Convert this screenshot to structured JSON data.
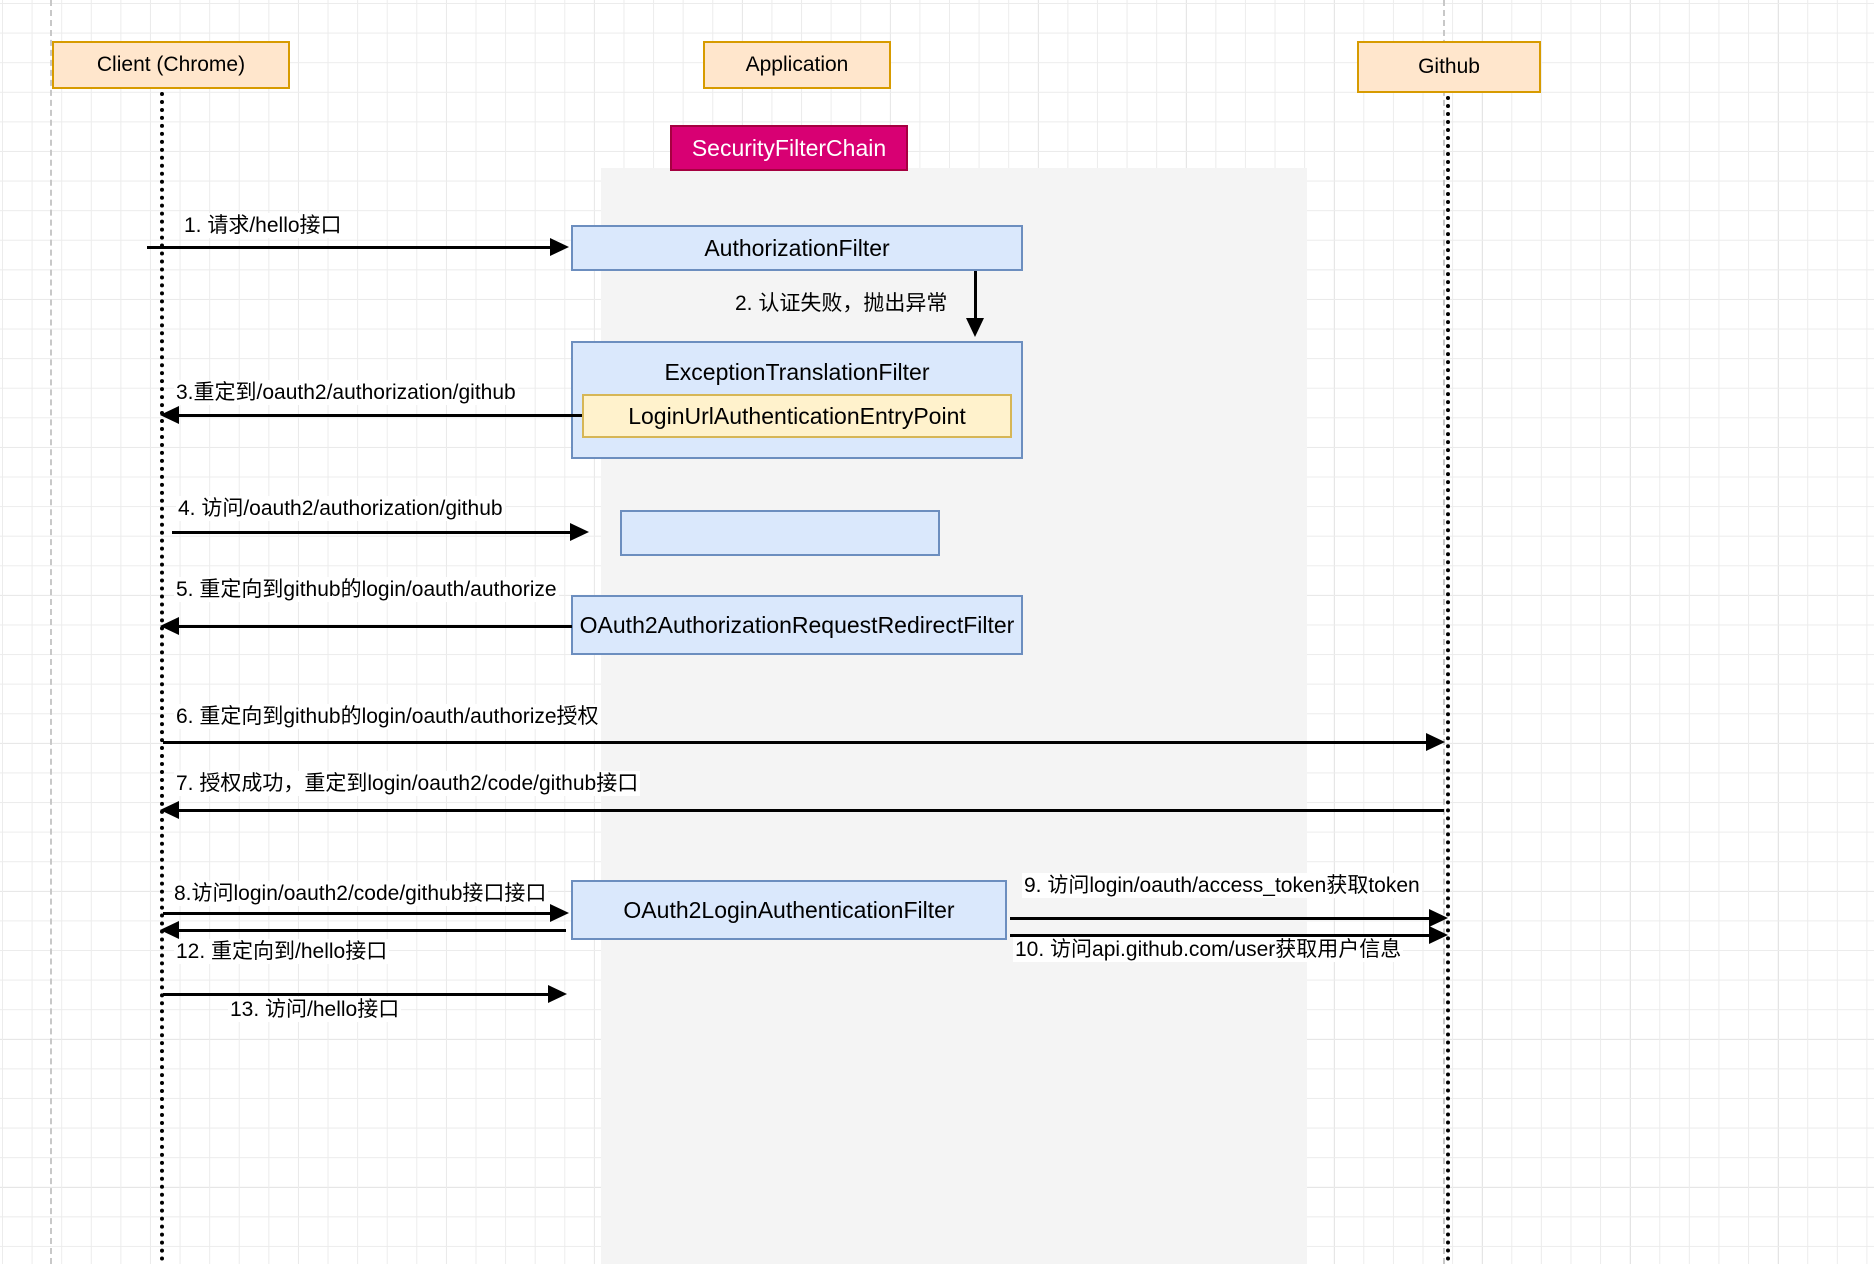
{
  "diagram": {
    "type": "sequence-diagram",
    "title": "Spring Security OAuth2 Github Login Sequence",
    "colors": {
      "actor_fill": "#ffe6cc",
      "actor_stroke": "#d79b00",
      "filter_fill": "#dae8fc",
      "filter_stroke": "#6c8ebf",
      "entrypoint_fill": "#fff2cc",
      "entrypoint_stroke": "#d6b656",
      "chain_title_fill": "#d80073",
      "chain_title_text": "#ffffff",
      "chain_region_fill": "#f4f4f4",
      "line": "#000000",
      "grid_minor": "#ececec",
      "grid_major": "#d6d6d6",
      "pagebreak": "#c8c8c8"
    }
  },
  "actors": [
    {
      "id": "client",
      "label": "Client (Chrome)"
    },
    {
      "id": "application",
      "label": "Application"
    },
    {
      "id": "github",
      "label": "Github"
    }
  ],
  "chain": {
    "title": "SecurityFilterChain"
  },
  "filters": [
    {
      "id": "authorization-filter",
      "label": "AuthorizationFilter"
    },
    {
      "id": "exception-translation-filter",
      "label": "ExceptionTranslationFilter"
    },
    {
      "id": "login-url-entry-point",
      "label": "LoginUrlAuthenticationEntryPoint"
    },
    {
      "id": "blank-filter",
      "label": ""
    },
    {
      "id": "oauth2-redirect-filter",
      "label": "OAuth2AuthorizationRequestRedirectFilter"
    },
    {
      "id": "oauth2-login-filter",
      "label": "OAuth2LoginAuthenticationFilter"
    }
  ],
  "messages": [
    {
      "n": "1",
      "label": "1. 请求/hello接口",
      "from": "client",
      "to": "authorization-filter",
      "direction": "right"
    },
    {
      "n": "2",
      "label": "2. 认证失败，抛出异常",
      "from": "authorization-filter",
      "to": "exception-translation-filter",
      "direction": "down"
    },
    {
      "n": "3",
      "label": "3.重定到/oauth2/authorization/github",
      "from": "login-url-entry-point",
      "to": "client",
      "direction": "left"
    },
    {
      "n": "4",
      "label": "4. 访问/oauth2/authorization/github",
      "from": "client",
      "to": "blank-filter",
      "direction": "right"
    },
    {
      "n": "5",
      "label": "5. 重定向到github的login/oauth/authorize",
      "from": "oauth2-redirect-filter",
      "to": "client",
      "direction": "left"
    },
    {
      "n": "6",
      "label": "6. 重定向到github的login/oauth/authorize授权",
      "from": "client",
      "to": "github",
      "direction": "right"
    },
    {
      "n": "7",
      "label": "7. 授权成功，重定到login/oauth2/code/github接口",
      "from": "github",
      "to": "client",
      "direction": "left"
    },
    {
      "n": "8",
      "label": "8.访问login/oauth2/code/github接口接口",
      "from": "client",
      "to": "oauth2-login-filter",
      "direction": "right"
    },
    {
      "n": "9",
      "label": "9. 访问login/oauth/access_token获取token",
      "from": "oauth2-login-filter",
      "to": "github",
      "direction": "right"
    },
    {
      "n": "10",
      "label": "10. 访问api.github.com/user获取用户信息",
      "from": "oauth2-login-filter",
      "to": "github",
      "direction": "right"
    },
    {
      "n": "11",
      "label": "",
      "from": "oauth2-login-filter",
      "to": "client",
      "direction": "left"
    },
    {
      "n": "12",
      "label": "12. 重定向到/hello接口",
      "from": "oauth2-login-filter",
      "to": "client",
      "direction": "left"
    },
    {
      "n": "13",
      "label": "13. 访问/hello接口",
      "from": "client",
      "to": "application",
      "direction": "right"
    }
  ]
}
